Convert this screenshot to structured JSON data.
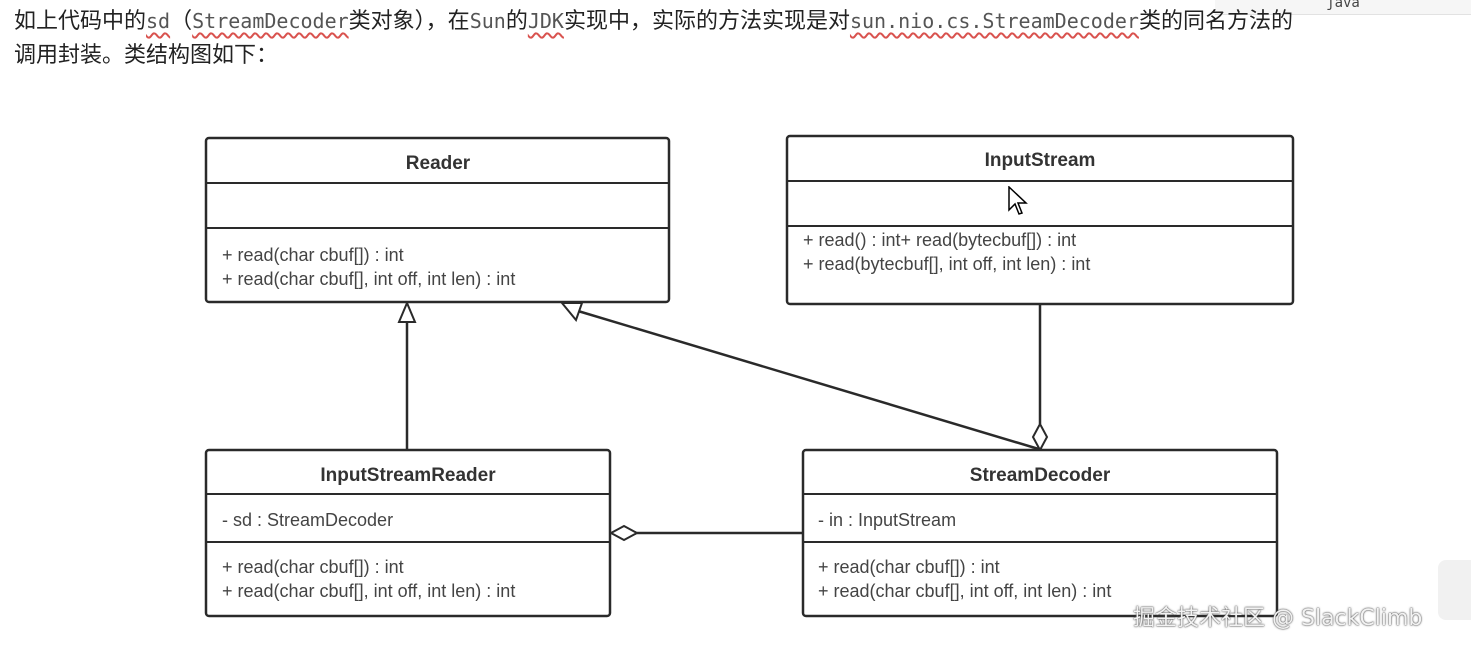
{
  "intro": {
    "p1": "如上代码中的",
    "code_sd": "sd",
    "p2": "（",
    "code_streamdecoder": "StreamDecoder",
    "p3": "类对象），在",
    "code_sun": "Sun",
    "p4": "的",
    "code_jdk": "JDK",
    "p5": "实现中，实际的方法实现是对",
    "code_fullclass": "sun.nio.cs.StreamDecoder",
    "p6": "类的同名方法的",
    "line2": "调用封装。类结构图如下："
  },
  "code_lang": "java",
  "classes": {
    "reader": {
      "name": "Reader",
      "fields": [],
      "methods": [
        "+ read(char cbuf[]) : int",
        "+ read(char cbuf[], int off, int len) : int"
      ]
    },
    "inputstream": {
      "name": "InputStream",
      "fields": [],
      "methods": [
        "+ read() : int+ read(bytecbuf[]) : int",
        "+ read(bytecbuf[], int off, int len) : int"
      ]
    },
    "inputstreamreader": {
      "name": "InputStreamReader",
      "fields": [
        "- sd : StreamDecoder"
      ],
      "methods": [
        "+ read(char cbuf[]) : int",
        "+ read(char cbuf[], int off, int len) : int"
      ]
    },
    "streamdecoder": {
      "name": "StreamDecoder",
      "fields": [
        "- in : InputStream"
      ],
      "methods": [
        "+ read(char cbuf[]) : int",
        "+ read(char cbuf[], int off, int len) : int"
      ]
    }
  },
  "watermark": "掘金技术社区 @ SlackClimb"
}
